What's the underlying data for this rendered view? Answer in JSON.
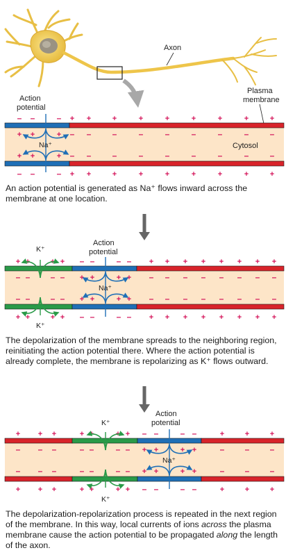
{
  "neuron": {
    "axon_label": "Axon"
  },
  "panel1": {
    "action_potential_label": [
      "Action",
      "potential"
    ],
    "plasma_membrane_label": [
      "Plasma",
      "membrane"
    ],
    "cytosol_label": "Cytosol",
    "ion_label": "Na⁺",
    "caption": "An action potential is generated as Na⁺ flows inward across the membrane at one location."
  },
  "panel2": {
    "action_potential_label": [
      "Action",
      "potential"
    ],
    "ion_in_label": "Na⁺",
    "ion_out_label": "K⁺",
    "caption": "The depolarization of the membrane spreads to the neighboring region, reinitiating the action potential there. Where the action potential is already complete, the membrane is repolarizing as K⁺ flows outward."
  },
  "panel3": {
    "action_potential_label": [
      "Action",
      "potential"
    ],
    "ion_in_label": "Na⁺",
    "ion_out_label": "K⁺",
    "caption_parts": {
      "p1": "The depolarization-repolarization process is repeated in the next region of the membrane. In this way, local currents of ions ",
      "across": "across",
      "p2": " the plasma membrane cause the action potential to be propagated ",
      "along": "along",
      "p3": " the length of the axon."
    }
  },
  "symbols": {
    "plus": "+",
    "minus": "–"
  },
  "colors": {
    "resting": "#d8232a",
    "depolarized": "#1f6fb6",
    "repolarizing": "#2a9a48",
    "cytosol": "#fde5c8",
    "charge": "#d4145a",
    "neuron": "#f2cf57"
  }
}
